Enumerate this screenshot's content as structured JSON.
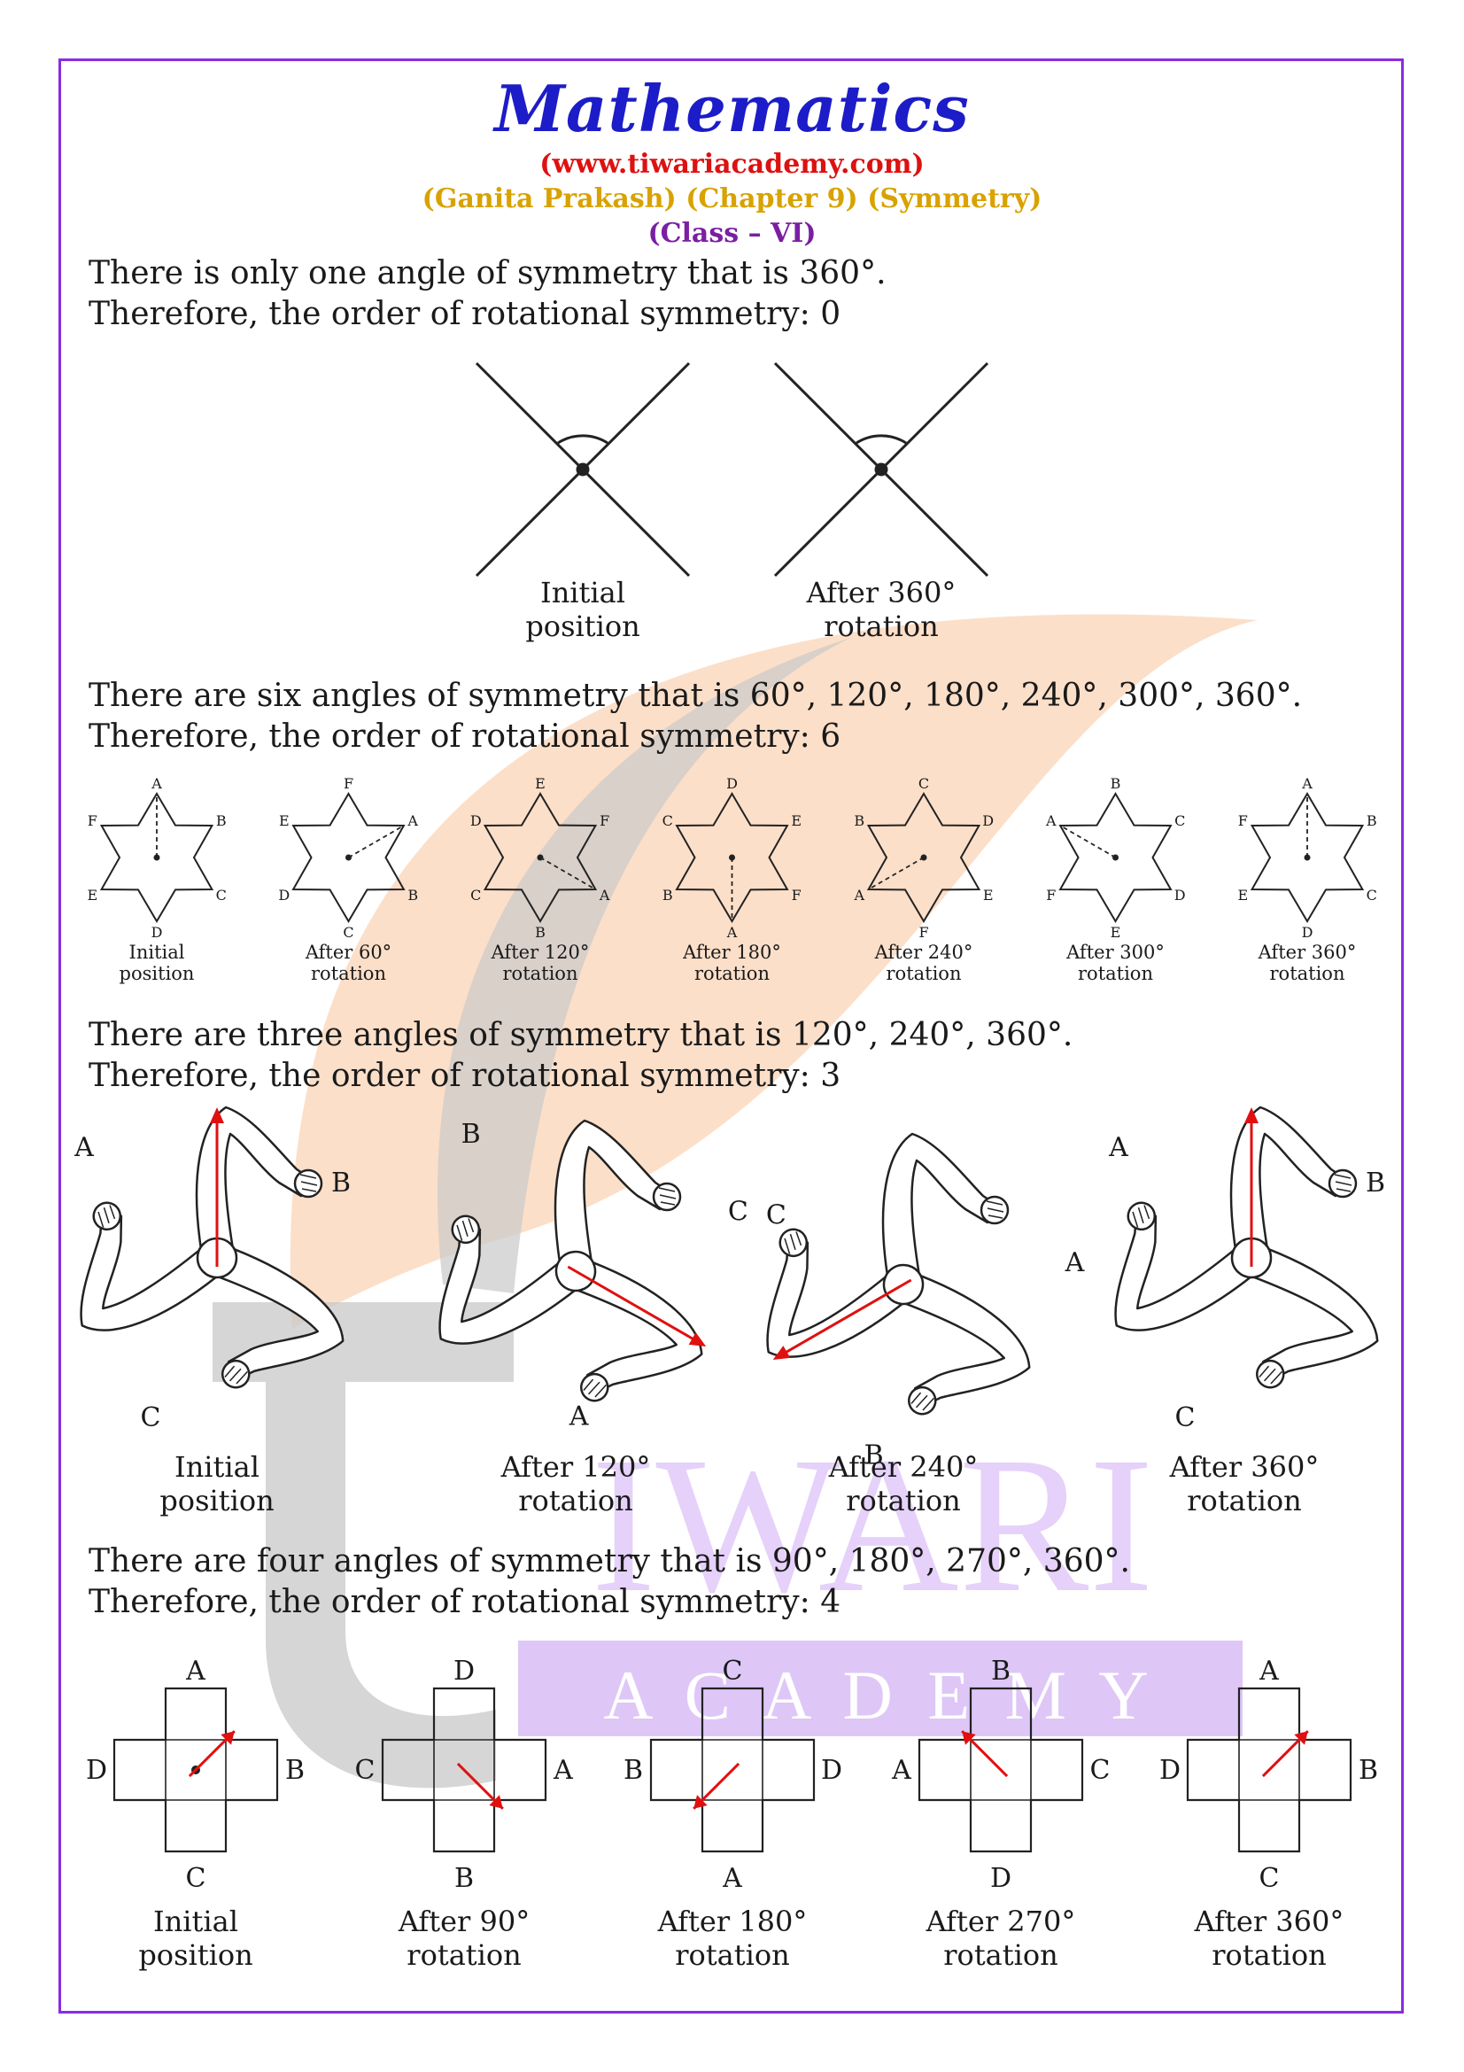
{
  "header": {
    "title": "Mathematics",
    "website": "(www.tiwariacademy.com)",
    "book_line": "(Ganita Prakash) (Chapter 9) (Symmetry)",
    "class_line": "(Class – VI)"
  },
  "watermark": {
    "word1": "IWARI",
    "word2": "A C A D E M Y"
  },
  "colors": {
    "frame": "#8a2be2",
    "title": "#1c1cc8",
    "red": "#d11111",
    "gold": "#d8a200",
    "purple": "#7a1fa2",
    "arrow": "#e01010"
  },
  "section1": {
    "line1": "There is only one angle of symmetry that is 360°.",
    "line2": "Therefore, the order of rotational symmetry: 0",
    "captions": [
      {
        "l1": "Initial",
        "l2": "position"
      },
      {
        "l1": "After 360°",
        "l2": "rotation"
      }
    ]
  },
  "section2": {
    "line1": "There are six angles of symmetry that is 60°, 120°, 180°, 240°, 300°, 360°.",
    "line2": "Therefore, the order of rotational symmetry: 6",
    "stars": [
      {
        "l1": "Initial",
        "l2": "position",
        "labels": [
          "A",
          "B",
          "C",
          "D",
          "E",
          "F"
        ]
      },
      {
        "l1": "After 60°",
        "l2": "rotation",
        "labels": [
          "F",
          "A",
          "B",
          "C",
          "D",
          "E"
        ]
      },
      {
        "l1": "After 120°",
        "l2": "rotation",
        "labels": [
          "E",
          "F",
          "A",
          "B",
          "C",
          "D"
        ]
      },
      {
        "l1": "After 180°",
        "l2": "rotation",
        "labels": [
          "D",
          "E",
          "F",
          "A",
          "B",
          "C"
        ]
      },
      {
        "l1": "After 240°",
        "l2": "rotation",
        "labels": [
          "C",
          "D",
          "E",
          "F",
          "A",
          "B"
        ]
      },
      {
        "l1": "After 300°",
        "l2": "rotation",
        "labels": [
          "B",
          "C",
          "D",
          "E",
          "F",
          "A"
        ]
      },
      {
        "l1": "After 360°",
        "l2": "rotation",
        "labels": [
          "A",
          "B",
          "C",
          "D",
          "E",
          "F"
        ]
      }
    ]
  },
  "section3": {
    "line1": "There are three angles of symmetry that is 120°, 240°, 360°.",
    "line2": "Therefore, the order of rotational symmetry: 3",
    "figures": [
      {
        "l1": "Initial",
        "l2": "position",
        "labels": [
          "A",
          "B",
          "C"
        ]
      },
      {
        "l1": "After 120°",
        "l2": "rotation",
        "labels": [
          "C",
          "A",
          "B"
        ]
      },
      {
        "l1": "After 240°",
        "l2": "rotation",
        "labels": [
          "B",
          "C",
          "A"
        ]
      },
      {
        "l1": "After 360°",
        "l2": "rotation",
        "labels": [
          "A",
          "B",
          "C"
        ]
      }
    ]
  },
  "section4": {
    "line1": "There are four angles of symmetry that is 90°, 180°, 270°, 360°.",
    "line2": "Therefore, the order of rotational symmetry: 4",
    "crosses": [
      {
        "l1": "Initial",
        "l2": "position",
        "top": "A",
        "right": "B",
        "bottom": "C",
        "left": "D"
      },
      {
        "l1": "After 90°",
        "l2": "rotation",
        "top": "D",
        "right": "A",
        "bottom": "B",
        "left": "C"
      },
      {
        "l1": "After 180°",
        "l2": "rotation",
        "top": "C",
        "right": "D",
        "bottom": "A",
        "left": "B"
      },
      {
        "l1": "After 270°",
        "l2": "rotation",
        "top": "B",
        "right": "C",
        "bottom": "D",
        "left": "A"
      },
      {
        "l1": "After 360°",
        "l2": "rotation",
        "top": "A",
        "right": "B",
        "bottom": "C",
        "left": "D"
      }
    ]
  }
}
